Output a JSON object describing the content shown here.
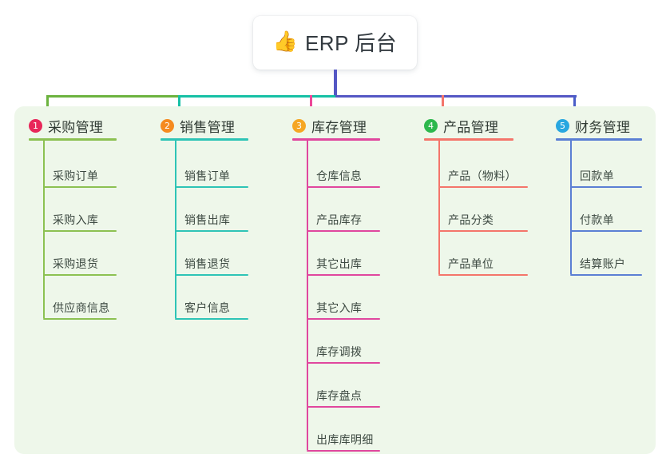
{
  "root": {
    "emoji": "👍",
    "emoji_name": "thumbs-up-icon",
    "title": "ERP 后台"
  },
  "colors": {
    "panel_bg": "#eef7ea",
    "page_bg": "#ffffff",
    "stem": "#5457c4",
    "text": "#3d4a42",
    "title_text": "#333a40"
  },
  "connector": {
    "segments": [
      {
        "name": "green-segment",
        "color": "#6cb33f"
      },
      {
        "name": "teal-segment",
        "color": "#16c0a5"
      },
      {
        "name": "blue-segment",
        "color": "#5457c4"
      }
    ],
    "stem_color": "#5457c4"
  },
  "columns": [
    {
      "index": "1",
      "title": "采购管理",
      "badge_color": "#e8275a",
      "line_color": "#8cc152",
      "stub_color": "#6cb33f",
      "items": [
        "采购订单",
        "采购入库",
        "采购退货",
        "供应商信息"
      ]
    },
    {
      "index": "2",
      "title": "销售管理",
      "badge_color": "#f58a1f",
      "line_color": "#2ec4b6",
      "stub_color": "#16c0a5",
      "items": [
        "销售订单",
        "销售出库",
        "销售退货",
        "客户信息"
      ]
    },
    {
      "index": "3",
      "title": "库存管理",
      "badge_color": "#f5a623",
      "line_color": "#e0479e",
      "stub_color": "#ec4899",
      "items": [
        "仓库信息",
        "产品库存",
        "其它出库",
        "其它入库",
        "库存调拨",
        "库存盘点",
        "出库库明细"
      ]
    },
    {
      "index": "4",
      "title": "产品管理",
      "badge_color": "#2db84d",
      "line_color": "#f4756b",
      "stub_color": "#f4756b",
      "items": [
        "产品（物料）",
        "产品分类",
        "产品单位"
      ]
    },
    {
      "index": "5",
      "title": "财务管理",
      "badge_color": "#28a7e0",
      "line_color": "#5b7fd4",
      "stub_color": "#4a5ec8",
      "items": [
        "回款单",
        "付款单",
        "结算账户"
      ]
    }
  ]
}
